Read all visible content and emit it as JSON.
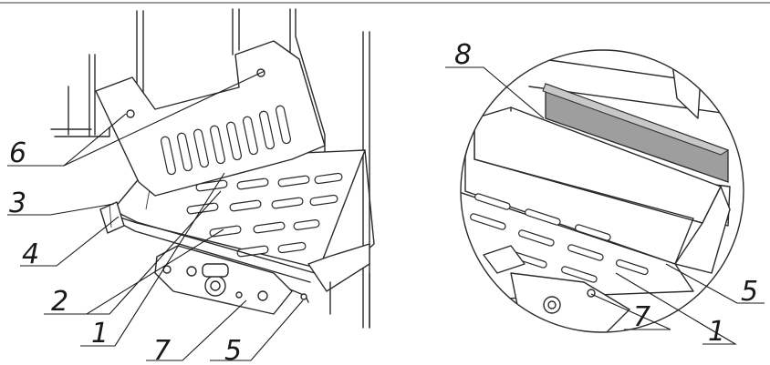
{
  "callouts": {
    "c6": "6",
    "c3": "3",
    "c4": "4",
    "c2": "2",
    "c1_left": "1",
    "c7_left": "7",
    "c5_left": "5",
    "c8": "8",
    "c5_right": "5",
    "c7_right": "7",
    "c1_right": "1"
  },
  "colors": {
    "line": "#2a2a2a",
    "plate_fill": "#9e9e9e",
    "background": "#ffffff"
  }
}
